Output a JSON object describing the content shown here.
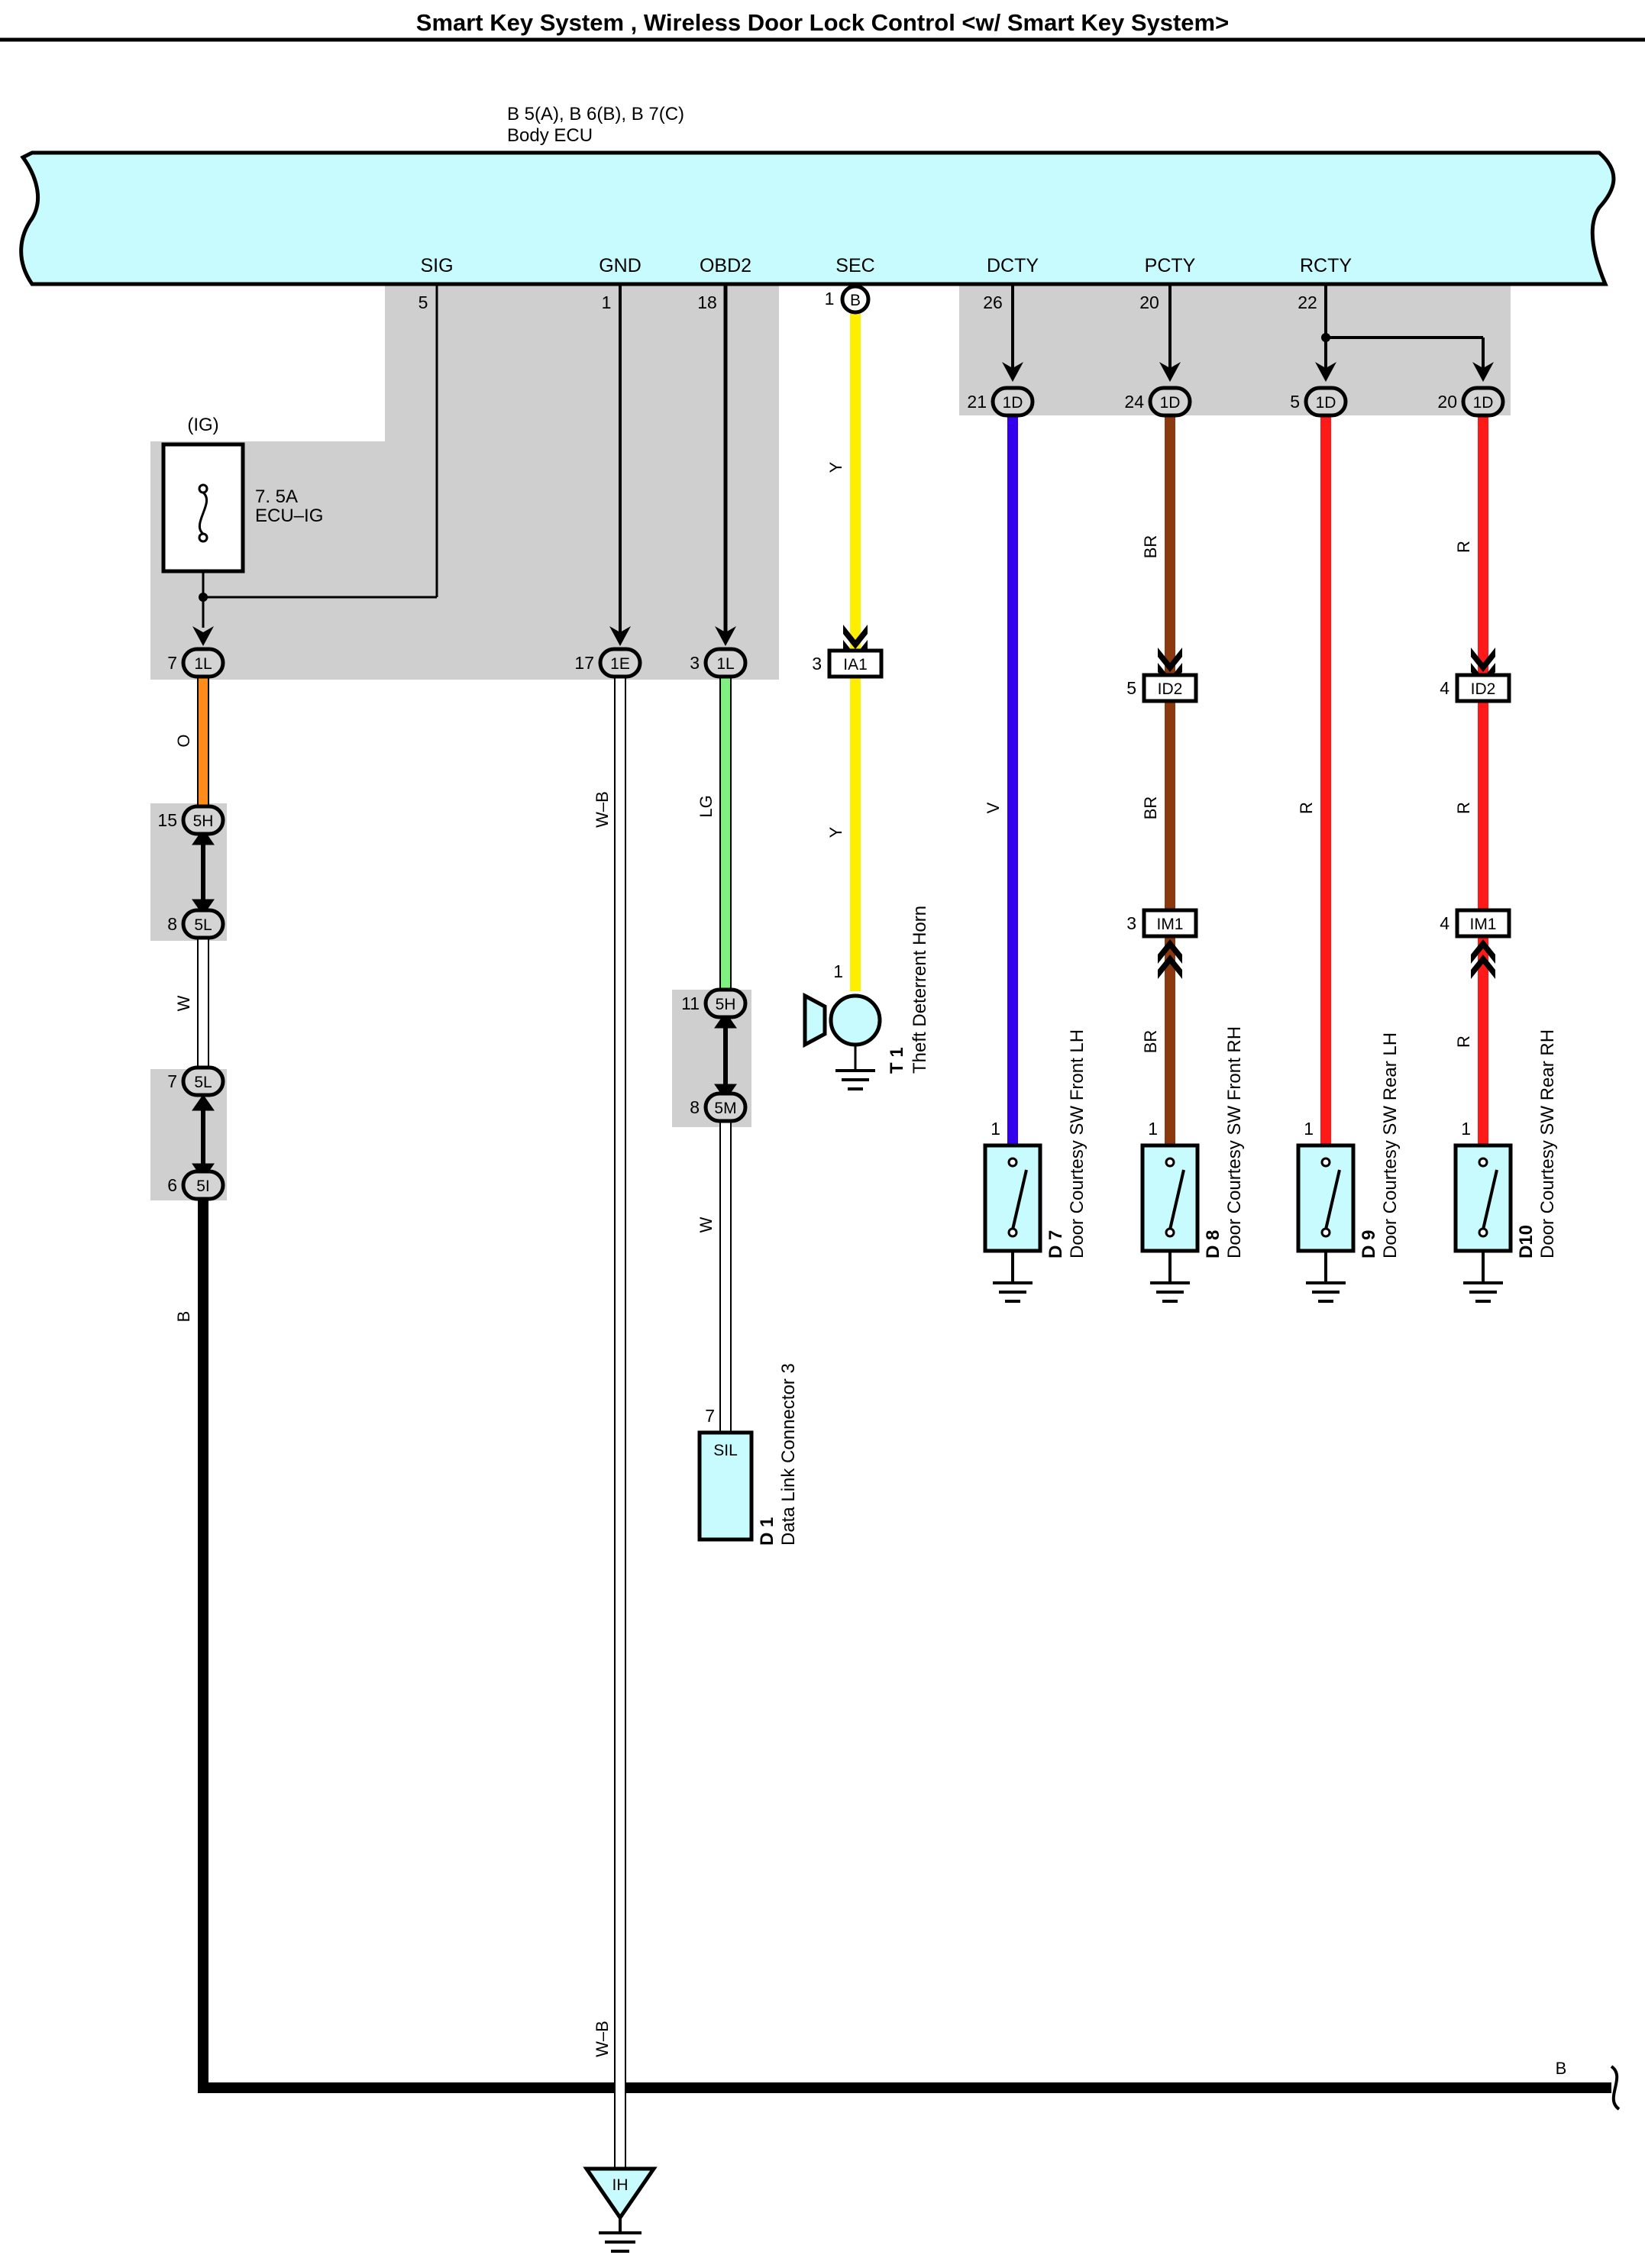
{
  "title": "Smart Key System , Wireless Door Lock Control <w/ Smart Key System>",
  "ecu": {
    "connectors": "B 5(A), B 6(B), B 7(C)",
    "name": "Body ECU",
    "terminals": [
      {
        "id": "sig",
        "name": "SIG",
        "pin": "5"
      },
      {
        "id": "gnd",
        "name": "GND",
        "pin": "1"
      },
      {
        "id": "obd2",
        "name": "OBD2",
        "pin": "18"
      },
      {
        "id": "sec",
        "name": "SEC",
        "pin": "1",
        "connector": "B"
      },
      {
        "id": "dcty",
        "name": "DCTY",
        "pin": "26"
      },
      {
        "id": "pcty",
        "name": "PCTY",
        "pin": "20"
      },
      {
        "id": "rcty",
        "name": "RCTY",
        "pin": "22"
      }
    ]
  },
  "fuse": {
    "circuit": "(IG)",
    "rating": "7. 5A",
    "name": "ECU–IG"
  },
  "connectors": [
    {
      "id": "c-1l-a",
      "code": "1L",
      "pin": "7"
    },
    {
      "id": "c-1e",
      "code": "1E",
      "pin": "17"
    },
    {
      "id": "c-1l-b",
      "code": "1L",
      "pin": "3"
    },
    {
      "id": "c-ia1",
      "code": "IA1",
      "pin": "3"
    },
    {
      "id": "c-1d-21",
      "code": "1D",
      "pin": "21"
    },
    {
      "id": "c-1d-24",
      "code": "1D",
      "pin": "24"
    },
    {
      "id": "c-1d-5",
      "code": "1D",
      "pin": "5"
    },
    {
      "id": "c-1d-20",
      "code": "1D",
      "pin": "20"
    },
    {
      "id": "c-id2-5",
      "code": "ID2",
      "pin": "5"
    },
    {
      "id": "c-id2-4",
      "code": "ID2",
      "pin": "4"
    },
    {
      "id": "c-im1-3",
      "code": "IM1",
      "pin": "3"
    },
    {
      "id": "c-im1-4",
      "code": "IM1",
      "pin": "4"
    },
    {
      "id": "c-5h-15",
      "code": "5H",
      "pin": "15"
    },
    {
      "id": "c-5l-8",
      "code": "5L",
      "pin": "8"
    },
    {
      "id": "c-5l-7",
      "code": "5L",
      "pin": "7"
    },
    {
      "id": "c-5i-6",
      "code": "5I",
      "pin": "6"
    },
    {
      "id": "c-5h-11",
      "code": "5H",
      "pin": "11"
    },
    {
      "id": "c-5m-8",
      "code": "5M",
      "pin": "8"
    }
  ],
  "wire_colors": {
    "o": {
      "code": "O",
      "hex": "#ff8c1a"
    },
    "w": {
      "code": "W",
      "hex": "#ffffff"
    },
    "b": {
      "code": "B",
      "hex": "#000000"
    },
    "wb": {
      "code": "W–B",
      "hex": "#ffffff"
    },
    "lg": {
      "code": "LG",
      "hex": "#80f080"
    },
    "y": {
      "code": "Y",
      "hex": "#ffee00"
    },
    "v": {
      "code": "V",
      "hex": "#3300ee"
    },
    "br": {
      "code": "BR",
      "hex": "#8b3a10"
    },
    "r": {
      "code": "R",
      "hex": "#ff1a1a"
    }
  },
  "components": {
    "horn": {
      "pin": "1",
      "id": "T 1",
      "name": "Theft Deterrent Horn"
    },
    "dlc": {
      "pin": "7",
      "code": "SIL",
      "id": "D 1",
      "name": "Data Link Connector 3"
    },
    "d7": {
      "pin": "1",
      "id": "D 7",
      "name": "Door Courtesy SW Front LH"
    },
    "d8": {
      "pin": "1",
      "id": "D 8",
      "name": "Door Courtesy SW Front RH"
    },
    "d9": {
      "pin": "1",
      "id": "D 9",
      "name": "Door Courtesy SW Rear LH"
    },
    "d10": {
      "pin": "1",
      "id": "D10",
      "name": "Door Courtesy SW Rear RH"
    }
  },
  "ground": {
    "code": "IH"
  },
  "ground_bus_label": "B"
}
